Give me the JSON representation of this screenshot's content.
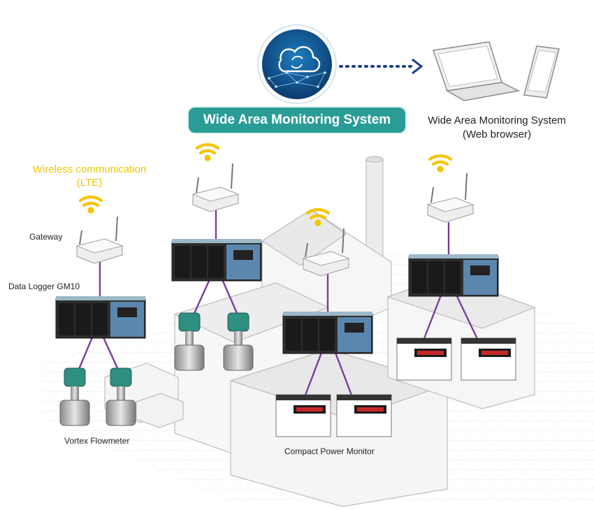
{
  "title": "Wide Area Monitoring System",
  "web_browser_label": {
    "line1": "Wide Area Monitoring System",
    "line2": "(Web browser)"
  },
  "wireless_label": {
    "line1": "Wireless communication",
    "line2": "(LTE)"
  },
  "labels": {
    "gateway": "Gateway",
    "data_logger": "Data Logger GM10",
    "vortex_flowmeter": "Vortex Flowmeter",
    "power_monitor": "Compact Power Monitor"
  },
  "colors": {
    "banner": "#2a9c96",
    "cloud_circle": "#0e4f86",
    "link": "#7a3f96",
    "wifi": "#f5c400",
    "dotted_arrow": "#1e3f8c"
  },
  "icons": [
    "cloud-sync-icon",
    "wifi-icon",
    "laptop-icon",
    "smartphone-icon"
  ]
}
